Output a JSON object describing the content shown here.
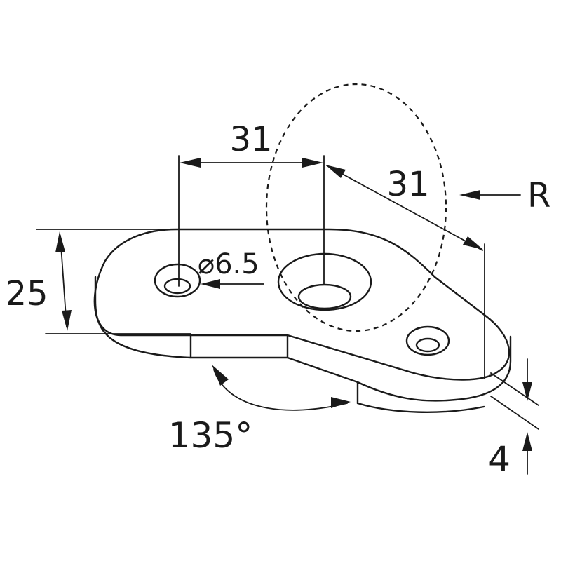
{
  "drawing": {
    "dims": {
      "top_length": "31",
      "diagonal_length": "31",
      "width": "25",
      "hole_diameter": "⌀6.5",
      "bend_angle": "135°",
      "thickness": "4",
      "radius_marker": "R"
    }
  }
}
